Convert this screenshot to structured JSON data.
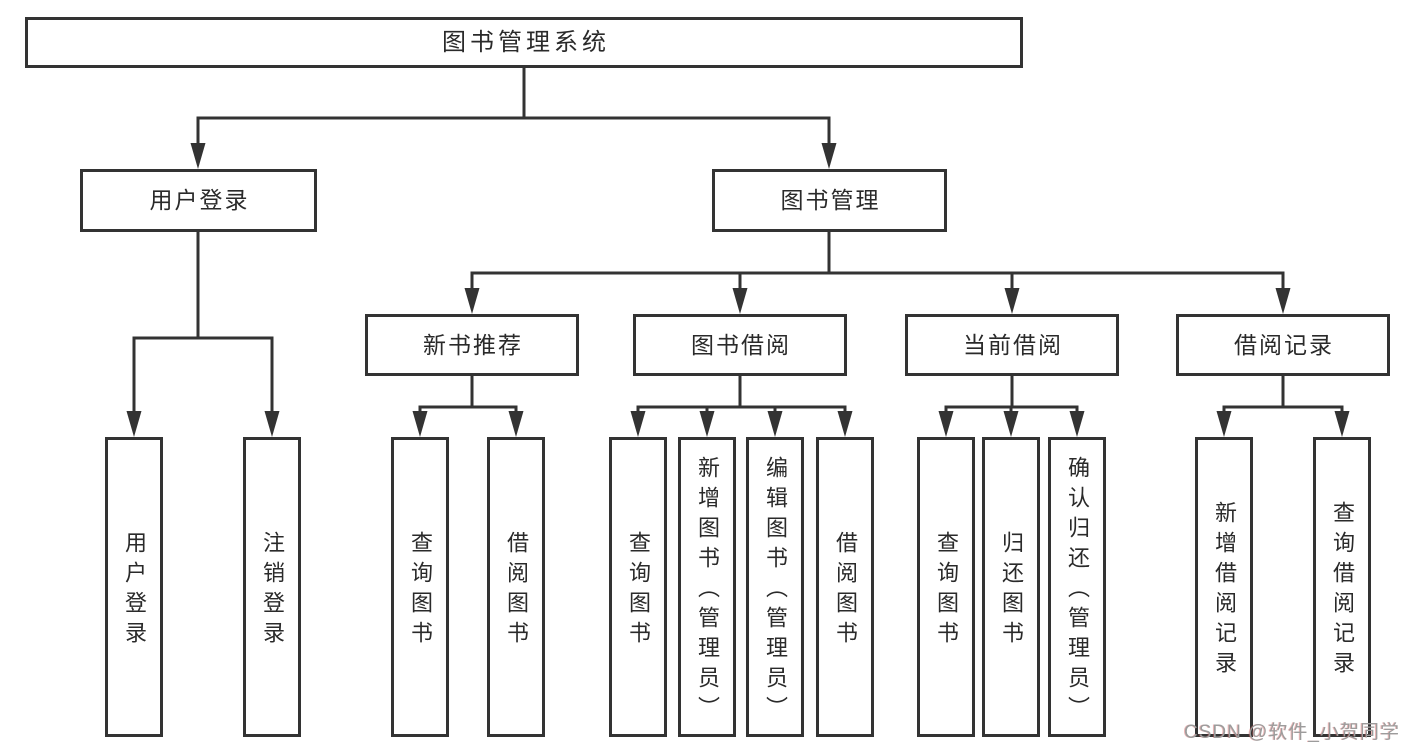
{
  "colors": {
    "line": "#333333",
    "box_border": "#333333",
    "box_background": "#ffffff",
    "text": "#2a2a2a",
    "watermark": "#9c9c9c"
  },
  "watermark": {
    "text": "CSDN @软件_小贺同学"
  },
  "tree": {
    "root": {
      "label": "图书管理系统"
    },
    "children": [
      {
        "label": "用户登录",
        "children": [
          {
            "label": "用户登录"
          },
          {
            "label": "注销登录"
          }
        ]
      },
      {
        "label": "图书管理",
        "children": [
          {
            "label": "新书推荐",
            "children": [
              {
                "label": "查询图书"
              },
              {
                "label": "借阅图书"
              }
            ]
          },
          {
            "label": "图书借阅",
            "children": [
              {
                "label": "查询图书"
              },
              {
                "label": "新增图书（管理员）"
              },
              {
                "label": "编辑图书（管理员）"
              },
              {
                "label": "借阅图书"
              }
            ]
          },
          {
            "label": "当前借阅",
            "children": [
              {
                "label": "查询图书"
              },
              {
                "label": "归还图书"
              },
              {
                "label": "确认归还（管理员）"
              }
            ]
          },
          {
            "label": "借阅记录",
            "children": [
              {
                "label": "新增借阅记录"
              },
              {
                "label": "查询借阅记录"
              }
            ]
          }
        ]
      }
    ]
  }
}
